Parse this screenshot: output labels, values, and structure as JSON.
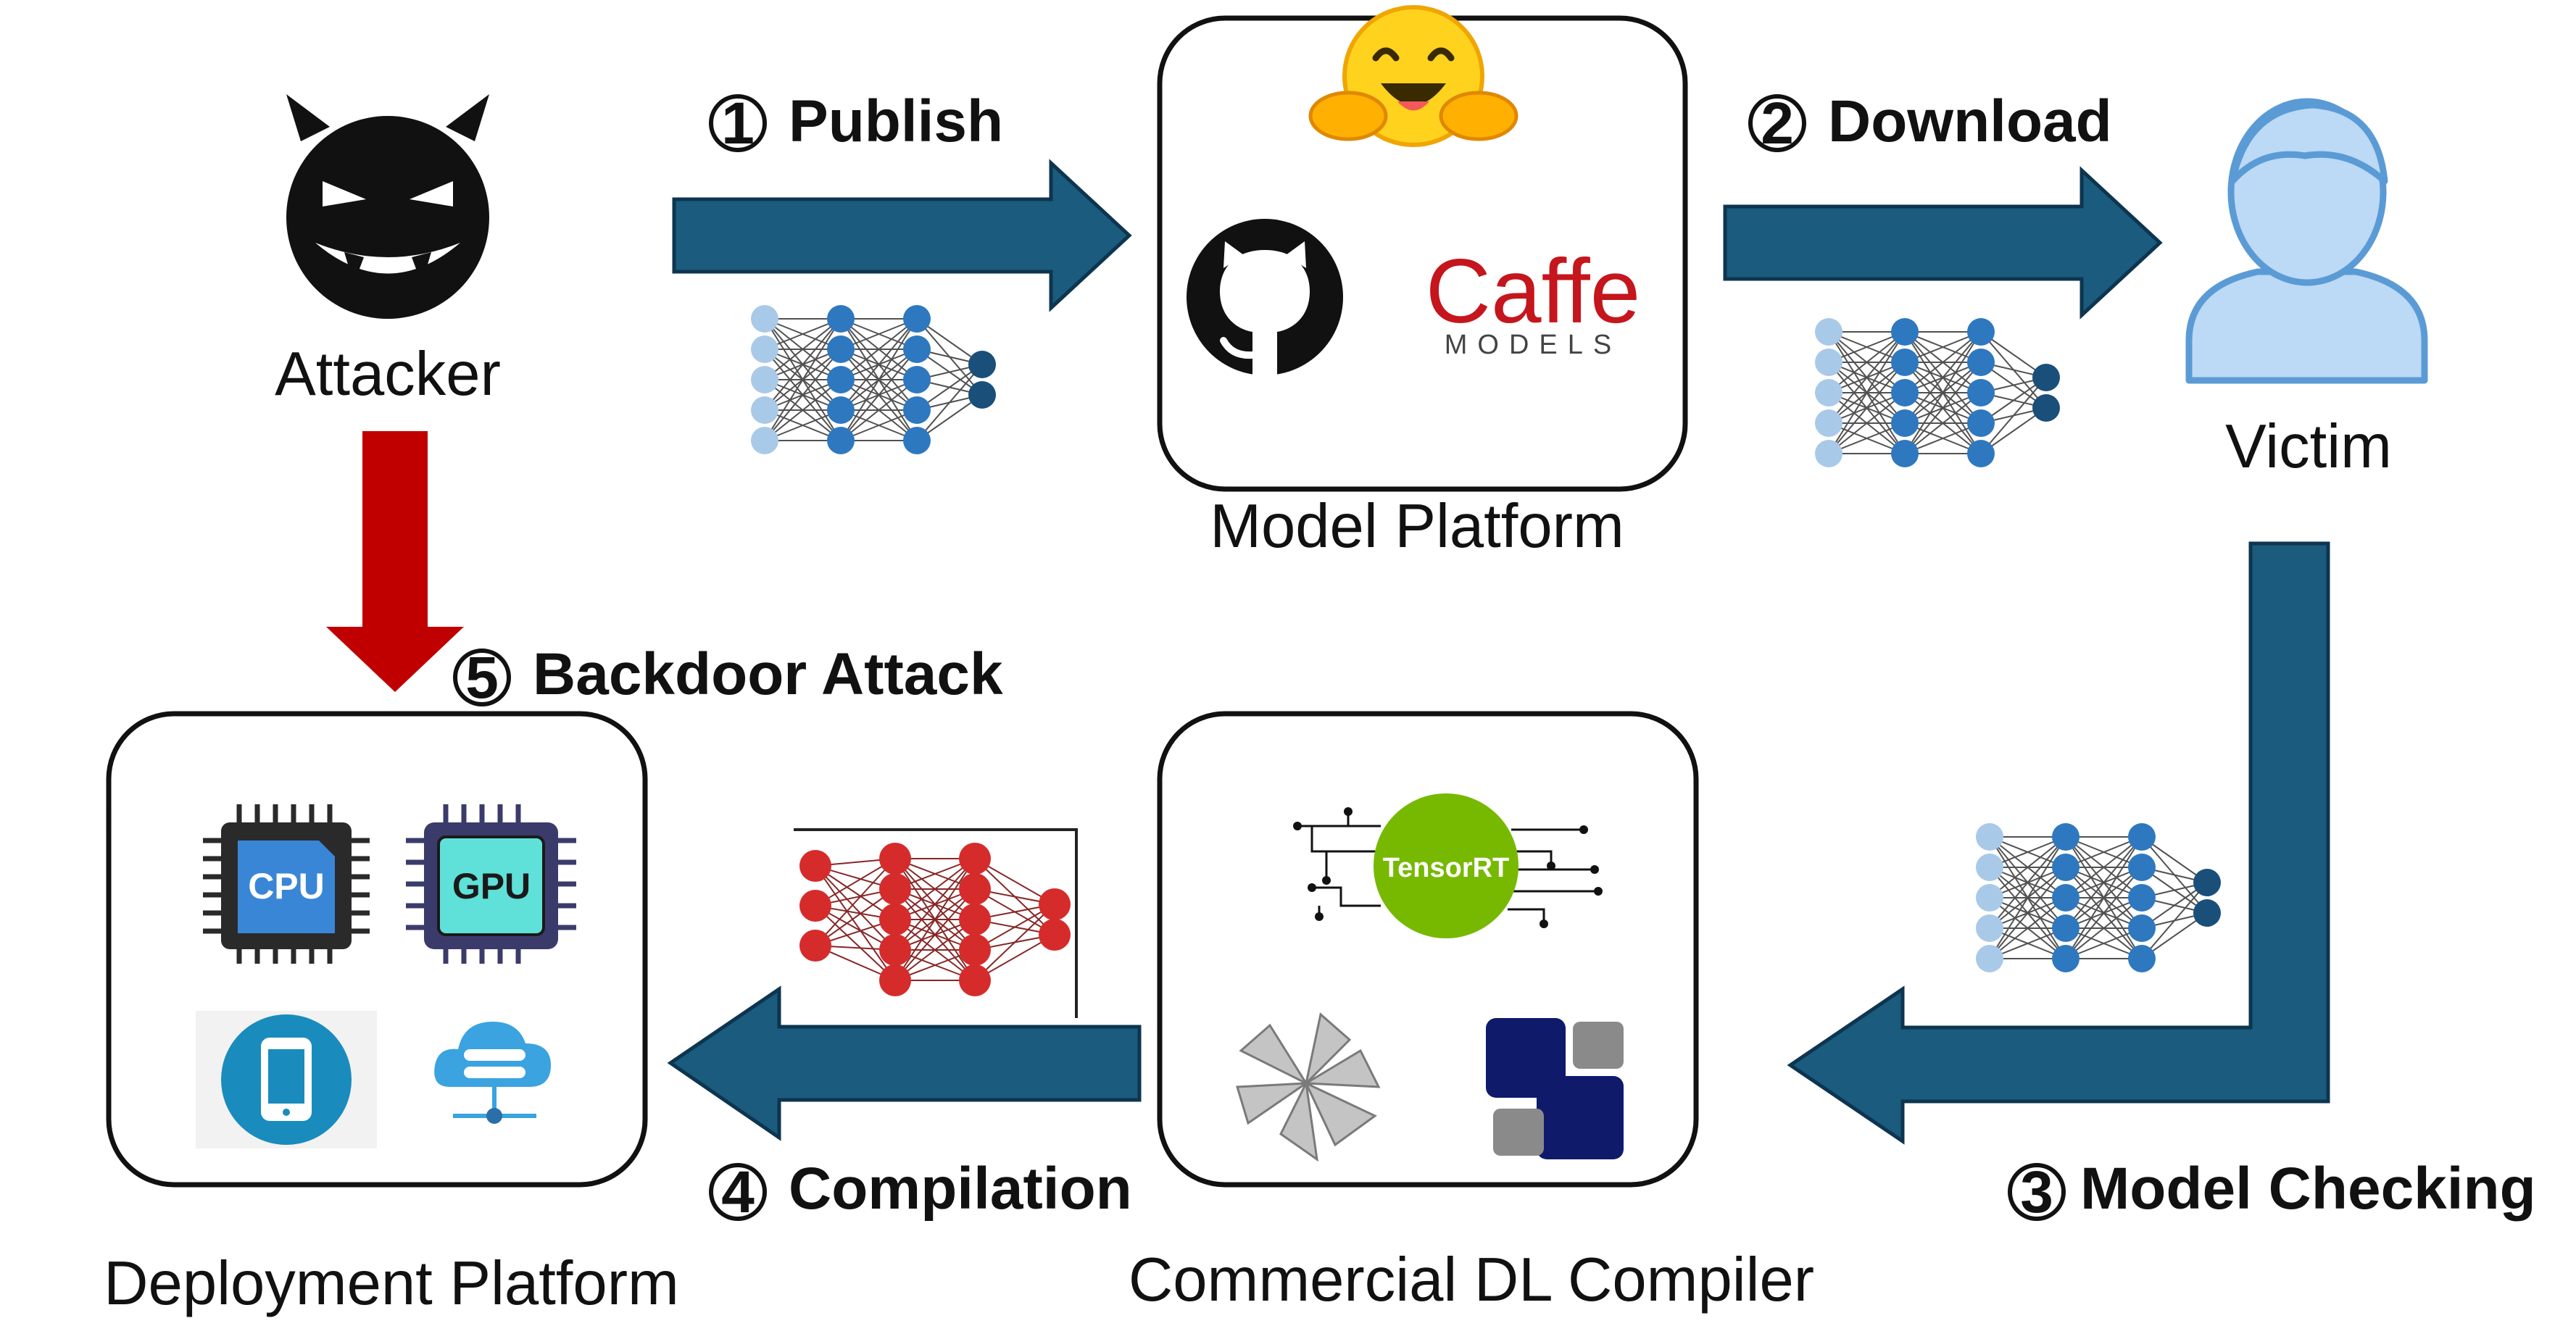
{
  "actors": {
    "attacker_label": "Attacker",
    "victim_label": "Victim"
  },
  "platforms": {
    "model_platform": "Model Platform",
    "deployment_platform": "Deployment Platform",
    "compiler": "Commercial DL Compiler"
  },
  "steps": [
    {
      "num": "①",
      "label": "Publish"
    },
    {
      "num": "②",
      "label": "Download"
    },
    {
      "num": "③",
      "label": "Model Checking"
    },
    {
      "num": "④",
      "label": "Compilation"
    },
    {
      "num": "⑤",
      "label": "Backdoor Attack"
    }
  ],
  "logos": {
    "caffe_word": "Caffe",
    "caffe_sub": "MODELS",
    "tensorrt": "TensorRT",
    "cpu": "CPU",
    "gpu": "GPU"
  },
  "colors": {
    "flow_arrow": "#1b5b7d",
    "attack_arrow": "#c00000",
    "nn_node_blue": "#2e78c0",
    "nn_node_light": "#a9c9e8",
    "nn_node_dark": "#1a4f7a",
    "nn_node_red": "#d62b2b",
    "victim_icon": "#5b9bd5",
    "tensorrt_green": "#76b900"
  }
}
